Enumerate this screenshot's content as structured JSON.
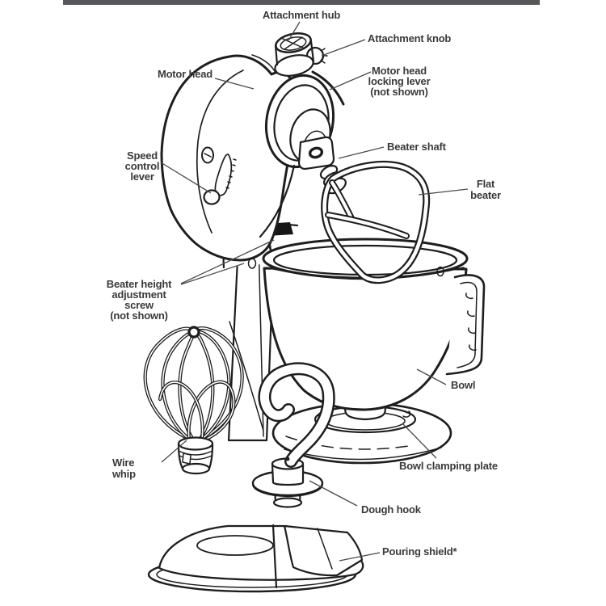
{
  "page": {
    "background": "#ffffff",
    "top_bar": {
      "color": "#58585a"
    }
  },
  "diagram": {
    "subject": "Stand mixer parts diagram",
    "line_color": "#1e1e1e",
    "label_color": "#3a3a3a",
    "labels": {
      "attachment_hub": {
        "text": "Attachment hub"
      },
      "attachment_knob": {
        "text": "Attachment knob"
      },
      "motor_head": {
        "text": "Motor head"
      },
      "motor_head_locking_lever": {
        "lines": [
          "Motor head",
          "locking lever",
          "(not shown)"
        ]
      },
      "speed_control_lever": {
        "lines": [
          "Speed",
          "control",
          "lever"
        ]
      },
      "beater_shaft": {
        "text": "Beater shaft"
      },
      "flat_beater": {
        "lines": [
          "Flat",
          "beater"
        ]
      },
      "beater_height_adjustment_screw": {
        "lines": [
          "Beater height",
          "adjustment",
          "screw",
          "(not shown)"
        ]
      },
      "bowl": {
        "text": "Bowl"
      },
      "wire_whip": {
        "lines": [
          "Wire",
          "whip"
        ]
      },
      "bowl_clamping_plate": {
        "text": "Bowl clamping plate"
      },
      "dough_hook": {
        "text": "Dough hook"
      },
      "pouring_shield": {
        "text": "Pouring shield*"
      }
    }
  }
}
